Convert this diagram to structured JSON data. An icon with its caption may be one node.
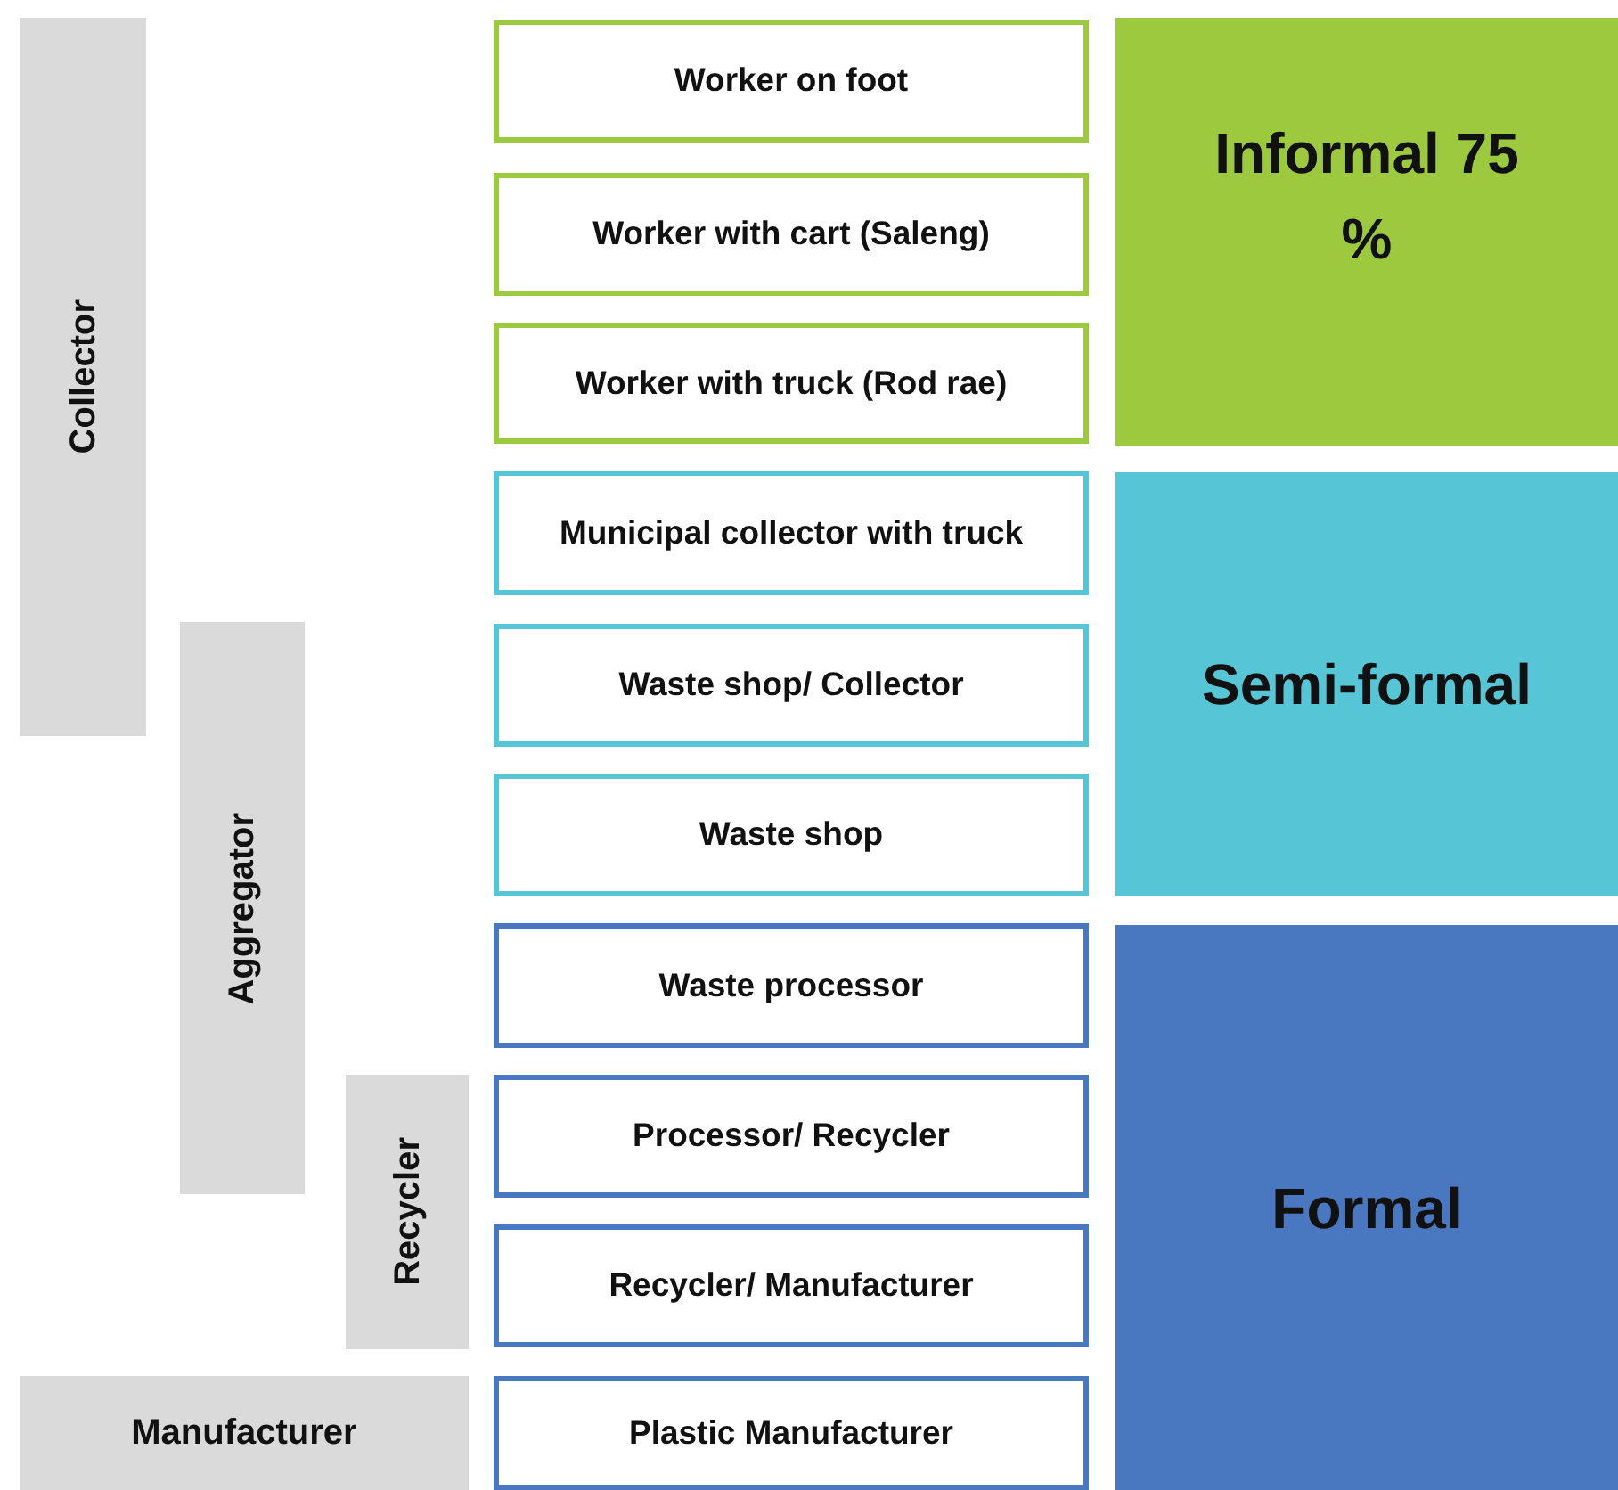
{
  "diagram": {
    "nodes": [
      {
        "text": [
          "Collector"
        ]
      },
      {
        "text": [
          "Aggregator"
        ]
      },
      {
        "text": [
          "Recycler"
        ]
      },
      {
        "text": [
          "Manufacturer"
        ]
      },
      {
        "text": [
          "Worker on foot"
        ]
      },
      {
        "text": [
          "Worker with cart (Saleng)"
        ]
      },
      {
        "text": [
          "Worker with truck (Rod rae)"
        ]
      },
      {
        "text": [
          "Municipal collector with truck"
        ]
      },
      {
        "text": [
          "Waste shop/ Collector"
        ]
      },
      {
        "text": [
          "Waste shop"
        ]
      },
      {
        "text": [
          "Waste processor"
        ]
      },
      {
        "text": [
          "Processor/ Recycler"
        ]
      },
      {
        "text": [
          "Recycler/ Manufacturer"
        ]
      },
      {
        "text": [
          "Plastic Manufacturer"
        ]
      },
      {
        "text": [
          "Informal 75 %"
        ]
      },
      {
        "text": [
          "Semi-formal"
        ]
      },
      {
        "text": [
          "Formal"
        ]
      }
    ]
  }
}
